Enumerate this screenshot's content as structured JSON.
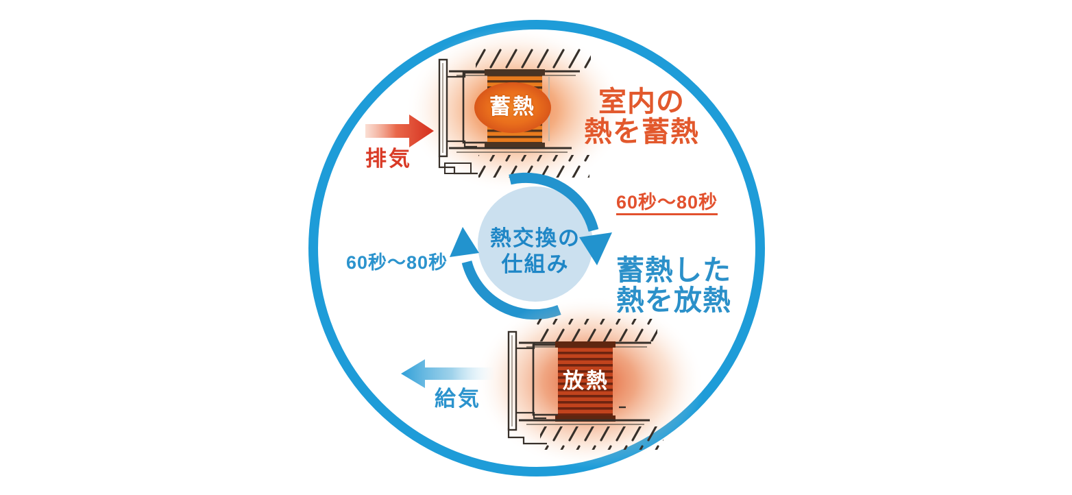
{
  "diagram": {
    "center_circle": {
      "title_line1": "熱交換の",
      "title_line2": "仕組み"
    },
    "cycle": {
      "right_duration": "60秒〜80秒",
      "left_duration": "60秒〜80秒"
    },
    "storage_phase": {
      "heading_line1": "室内の",
      "heading_line2": "熱を蓄熱",
      "core_label": "蓄熱",
      "airflow_label": "排気"
    },
    "release_phase": {
      "heading_line1": "蓄熱した",
      "heading_line2": "熱を放熱",
      "core_label": "放熱",
      "airflow_label": "給気"
    },
    "icons": {
      "exhaust_arrow": "right-arrow",
      "supply_arrow": "left-arrow",
      "cycle_arrows": "clockwise-rotation-arrows"
    },
    "colors": {
      "ring_blue": "#1e9cd8",
      "cycle_arrow_blue": "#2293ce",
      "center_fill": "#cbe0ef",
      "text_blue": "#1e86c6",
      "accent_orange": "#e2582c",
      "accent_red": "#d93a26",
      "glow_orange": "#ee7b33",
      "core_red": "#b83c1a"
    }
  }
}
